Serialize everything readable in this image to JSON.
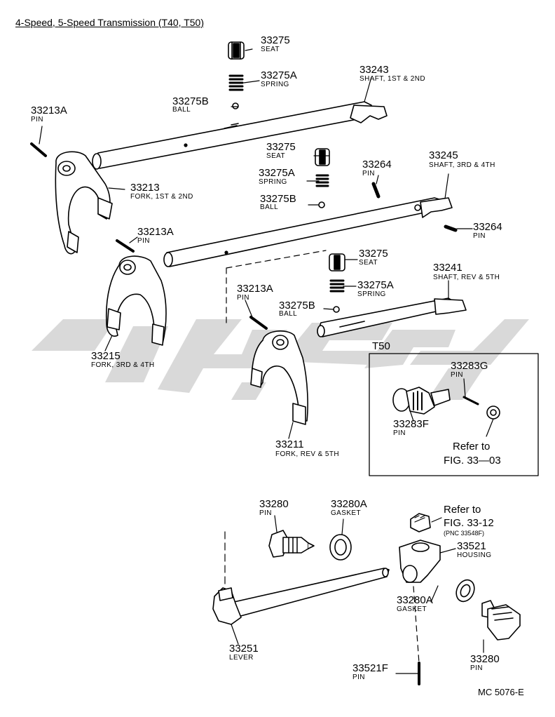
{
  "title": "4-Speed, 5-Speed Transmission (T40, T50)",
  "inset_label": "T50",
  "footer_code": "MC 5076-E",
  "parts": {
    "seat_top": {
      "number": "33275",
      "name": "SEAT"
    },
    "spring_top": {
      "number": "33275A",
      "name": "SPRING"
    },
    "ball_top": {
      "number": "33275B",
      "name": "BALL"
    },
    "shaft_1st2nd": {
      "number": "33243",
      "name": "SHAFT, 1ST & 2ND"
    },
    "pin_a1": {
      "number": "33213A",
      "name": "PIN"
    },
    "fork_1st2nd": {
      "number": "33213",
      "name": "FORK, 1ST & 2ND"
    },
    "seat_mid": {
      "number": "33275",
      "name": "SEAT"
    },
    "spring_mid": {
      "number": "33275A",
      "name": "SPRING"
    },
    "ball_mid": {
      "number": "33275B",
      "name": "BALL"
    },
    "pin_64a": {
      "number": "33264",
      "name": "PIN"
    },
    "shaft_3rd4th": {
      "number": "33245",
      "name": "SHAFT, 3RD & 4TH"
    },
    "pin_64b": {
      "number": "33264",
      "name": "PIN"
    },
    "pin_a2": {
      "number": "33213A",
      "name": "PIN"
    },
    "seat_low": {
      "number": "33275",
      "name": "SEAT"
    },
    "spring_low": {
      "number": "33275A",
      "name": "SPRING"
    },
    "ball_low": {
      "number": "33275B",
      "name": "BALL"
    },
    "shaft_rev5th": {
      "number": "33241",
      "name": "SHAFT, REV & 5TH"
    },
    "pin_a3": {
      "number": "33213A",
      "name": "PIN"
    },
    "fork_3rd4th": {
      "number": "33215",
      "name": "FORK, 3RD & 4TH"
    },
    "fork_rev5th": {
      "number": "33211",
      "name": "FORK, REV & 5TH"
    },
    "pin_83g": {
      "number": "33283G",
      "name": "PIN"
    },
    "pin_83f": {
      "number": "33283F",
      "name": "PIN"
    },
    "pin_80a": {
      "number": "33280",
      "name": "PIN"
    },
    "gasket_80a": {
      "number": "33280A",
      "name": "GASKET"
    },
    "housing": {
      "number": "33521",
      "name": "HOUSING"
    },
    "gasket_80b": {
      "number": "33280A",
      "name": "GASKET"
    },
    "pin_80b": {
      "number": "33280",
      "name": "PIN"
    },
    "lever": {
      "number": "33251",
      "name": "LEVER"
    },
    "pin_21f": {
      "number": "33521F",
      "name": "PIN"
    }
  },
  "refs": {
    "ref_inset_line1": "Refer to",
    "ref_inset_line2": "FIG. 33—03",
    "ref_plug_line1": "Refer to",
    "ref_plug_line2": "FIG. 33-12",
    "ref_plug_line3": "(PNC 33548F)"
  },
  "colors": {
    "line": "#000000",
    "watermark": "#d9d9d9",
    "paper": "#ffffff"
  }
}
